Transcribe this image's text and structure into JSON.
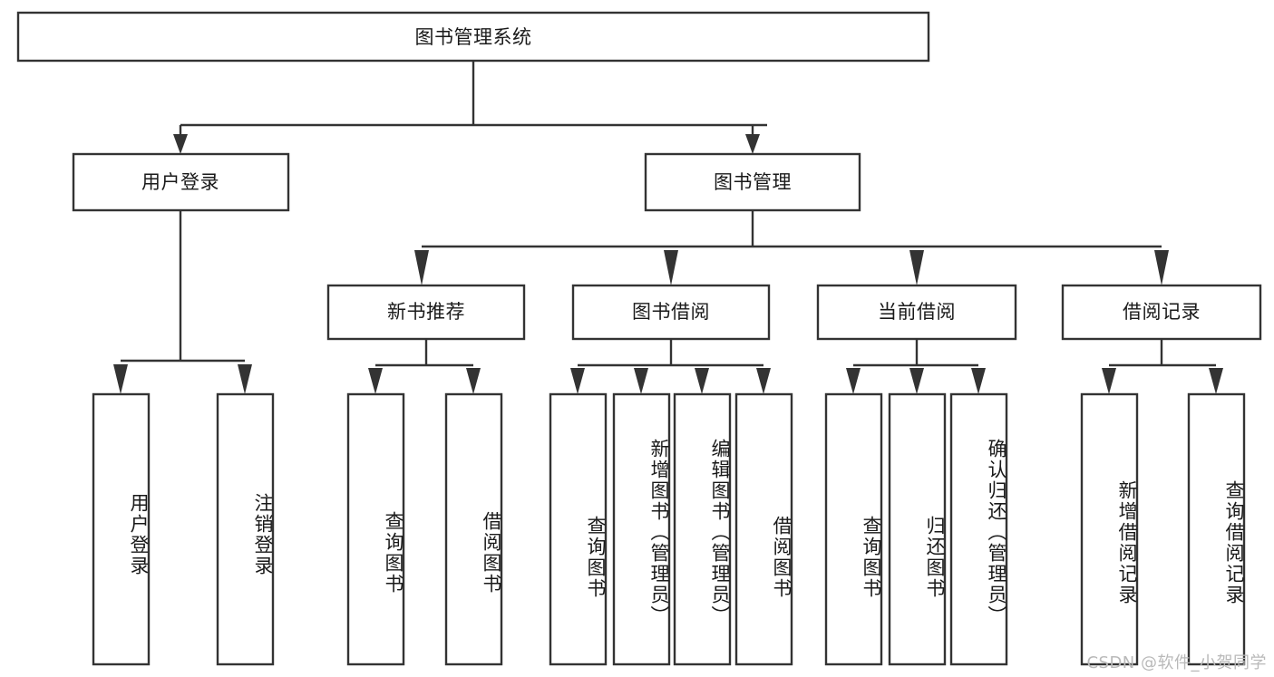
{
  "diagram": {
    "type": "tree",
    "title": "图书管理系统",
    "background_color": "#ffffff",
    "box_stroke_color": "#333333",
    "box_fill_color": "#ffffff",
    "text_color": "#1a1a1a",
    "root": {
      "label": "图书管理系统"
    },
    "level2": [
      {
        "label": "用户登录"
      },
      {
        "label": "图书管理"
      }
    ],
    "level3": [
      {
        "label": "新书推荐"
      },
      {
        "label": "图书借阅"
      },
      {
        "label": "当前借阅"
      },
      {
        "label": "借阅记录"
      }
    ],
    "leaves": {
      "user_login": [
        {
          "label": "用户登录"
        },
        {
          "label": "注销登录"
        }
      ],
      "new_book_recommend": [
        {
          "label": "查询图书"
        },
        {
          "label": "借阅图书"
        }
      ],
      "book_borrow": [
        {
          "label": "查询图书"
        },
        {
          "label": "新增图书（管理员）"
        },
        {
          "label": "编辑图书（管理员）"
        },
        {
          "label": "借阅图书"
        }
      ],
      "current_borrow": [
        {
          "label": "查询图书"
        },
        {
          "label": "归还图书"
        },
        {
          "label": "确认归还（管理员）"
        }
      ],
      "borrow_records": [
        {
          "label": "新增借阅记录"
        },
        {
          "label": "查询借阅记录"
        }
      ]
    }
  },
  "watermark": {
    "text": "CSDN @软件_小贺同学",
    "color": "#b9b9b9"
  }
}
